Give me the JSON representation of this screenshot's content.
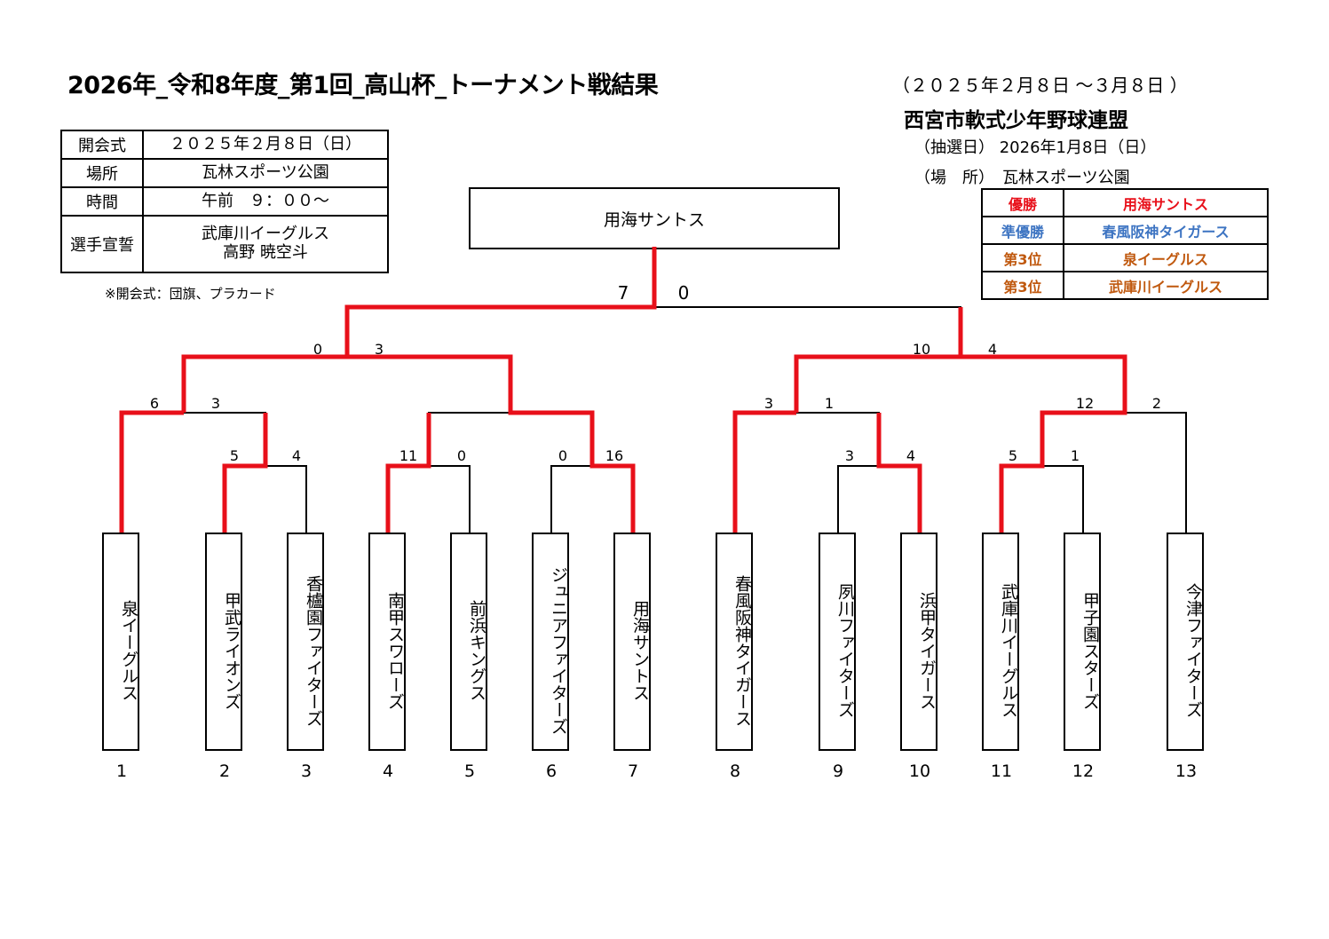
{
  "header": {
    "title": "2026年_令和8年度_第1回_高山杯_トーナメント戦結果",
    "period": "（２０２５年２月８日 ～３月８日 ）",
    "organization": "西宮市軟式少年野球連盟",
    "lottery": "（抽選日）  2026年1月8日（日）",
    "venue": "（場　所）　瓦林スポーツ公園"
  },
  "info_table": [
    {
      "key": "開会式",
      "value": "２０２５年２月８日（日）"
    },
    {
      "key": "場所",
      "value": "瓦林スポーツ公園"
    },
    {
      "key": "時間",
      "value": "午前　９：００～"
    },
    {
      "key": "選手宣誓",
      "value": "武庫川イーグルス",
      "value2": "高野 暁空斗"
    }
  ],
  "note": "※開会式：団旗、プラカード",
  "results": [
    {
      "rank": "優勝",
      "team": "用海サントス",
      "color": "#e8101a"
    },
    {
      "rank": "準優勝",
      "team": "春風阪神タイガース",
      "color": "#3d74c2"
    },
    {
      "rank": "第3位",
      "team": "泉イーグルス",
      "color": "#c0590f"
    },
    {
      "rank": "第3位",
      "team": "武庫川イーグルス",
      "color": "#c0590f"
    }
  ],
  "champion": "用海サントス",
  "win_color": "#e8101a",
  "teams": [
    {
      "seed": "1",
      "name": "泉イーグルス"
    },
    {
      "seed": "2",
      "name": "甲武ライオンズ"
    },
    {
      "seed": "3",
      "name": "香櫨園ファイターズ"
    },
    {
      "seed": "4",
      "name": "南甲スワローズ"
    },
    {
      "seed": "5",
      "name": "前浜キングス"
    },
    {
      "seed": "6",
      "name": "ジュニアファイターズ"
    },
    {
      "seed": "7",
      "name": "用海サントス"
    },
    {
      "seed": "8",
      "name": "春風阪神タイガース"
    },
    {
      "seed": "9",
      "name": "夙川ファイターズ"
    },
    {
      "seed": "10",
      "name": "浜甲タイガース"
    },
    {
      "seed": "11",
      "name": "武庫川イーグルス"
    },
    {
      "seed": "12",
      "name": "甲子園スターズ"
    },
    {
      "seed": "13",
      "name": "今津ファイターズ"
    }
  ],
  "scores": {
    "r1_2v3": [
      "5",
      "4"
    ],
    "r1_4v5": [
      "11",
      "0"
    ],
    "r1_6v7": [
      "0",
      "16"
    ],
    "r1_9v10": [
      "3",
      "4"
    ],
    "r1_11v12": [
      "5",
      "1"
    ],
    "r2_1v23": [
      "6",
      "3"
    ],
    "r2_45v67": [
      "",
      ""
    ],
    "r2_8v910": [
      "3",
      "1"
    ],
    "r2_1112v13": [
      "12",
      "2"
    ],
    "sf_left": [
      "0",
      "3"
    ],
    "sf_right": [
      "10",
      "4"
    ],
    "final": [
      "7",
      "0"
    ]
  }
}
